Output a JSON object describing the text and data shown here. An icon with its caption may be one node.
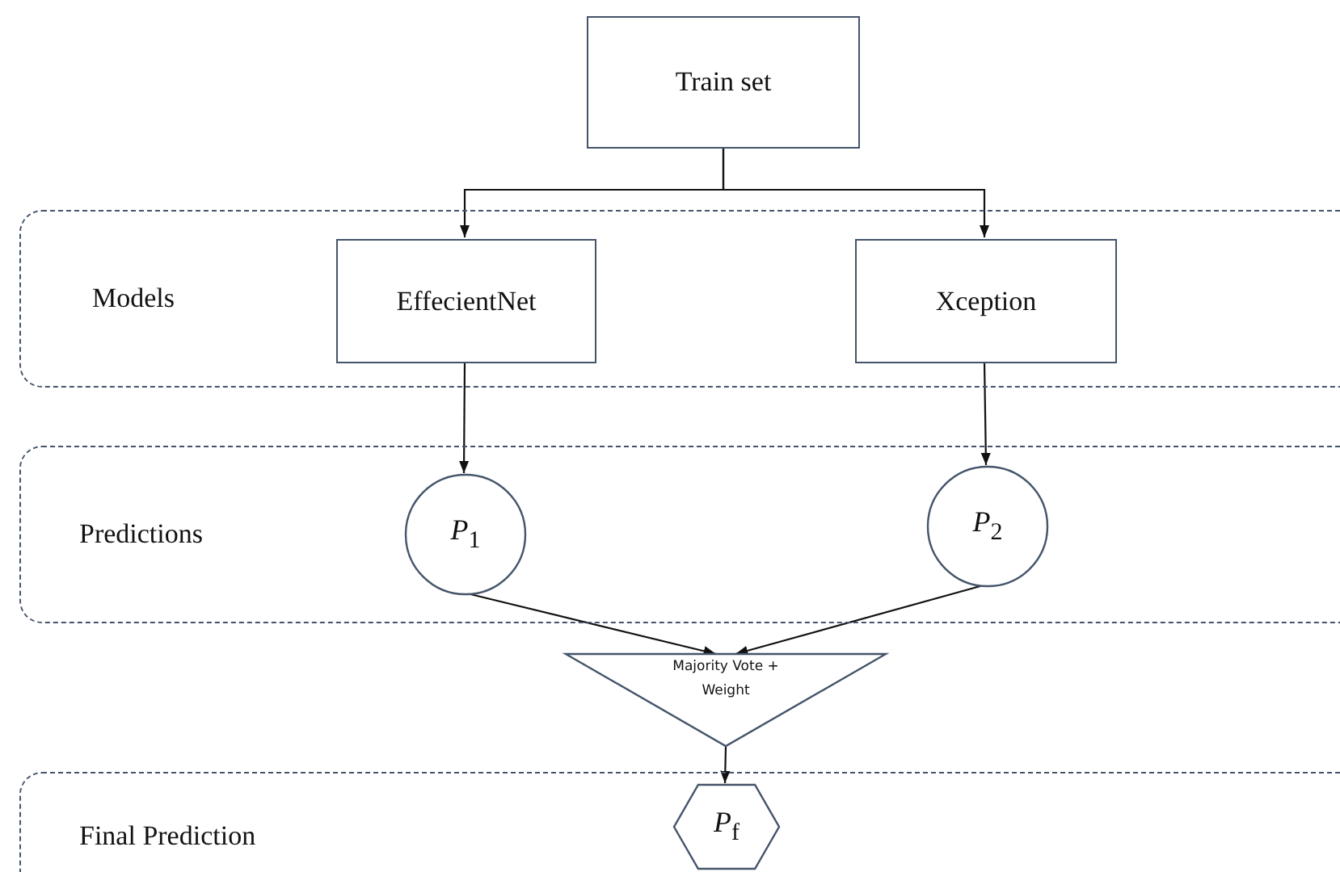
{
  "diagram": {
    "nodes": [
      {
        "text": [
          "Models"
        ]
      },
      {
        "text": [
          "Train set"
        ]
      },
      {
        "text": [
          "EffecientNet"
        ],
        "in": 0
      },
      {
        "text": [
          "Xception"
        ],
        "in": 0
      },
      {
        "text": [
          "Predictions"
        ]
      },
      {
        "text": [
          "*P*$_{1}$"
        ],
        "in": 4
      },
      {
        "text": [
          "*P*$_{2}$"
        ],
        "in": 4
      },
      {
        "text": [
          "Majority Vote + Weight"
        ]
      },
      {
        "text": [
          "Final Prediction"
        ]
      },
      {
        "text": [
          "*P*$_{f}$"
        ],
        "in": 8
      }
    ],
    "edges": [
      {
        "from": 1,
        "to": 2,
        "arrow": "to"
      },
      {
        "from": 1,
        "to": 3,
        "arrow": "to"
      },
      {
        "from": 2,
        "to": 5,
        "arrow": "to"
      },
      {
        "from": 3,
        "to": 6,
        "arrow": "to"
      },
      {
        "from": 5,
        "to": 7,
        "arrow": "to"
      },
      {
        "from": 6,
        "to": 7,
        "arrow": "to"
      },
      {
        "from": 7,
        "to": 9,
        "arrow": "to"
      }
    ]
  }
}
